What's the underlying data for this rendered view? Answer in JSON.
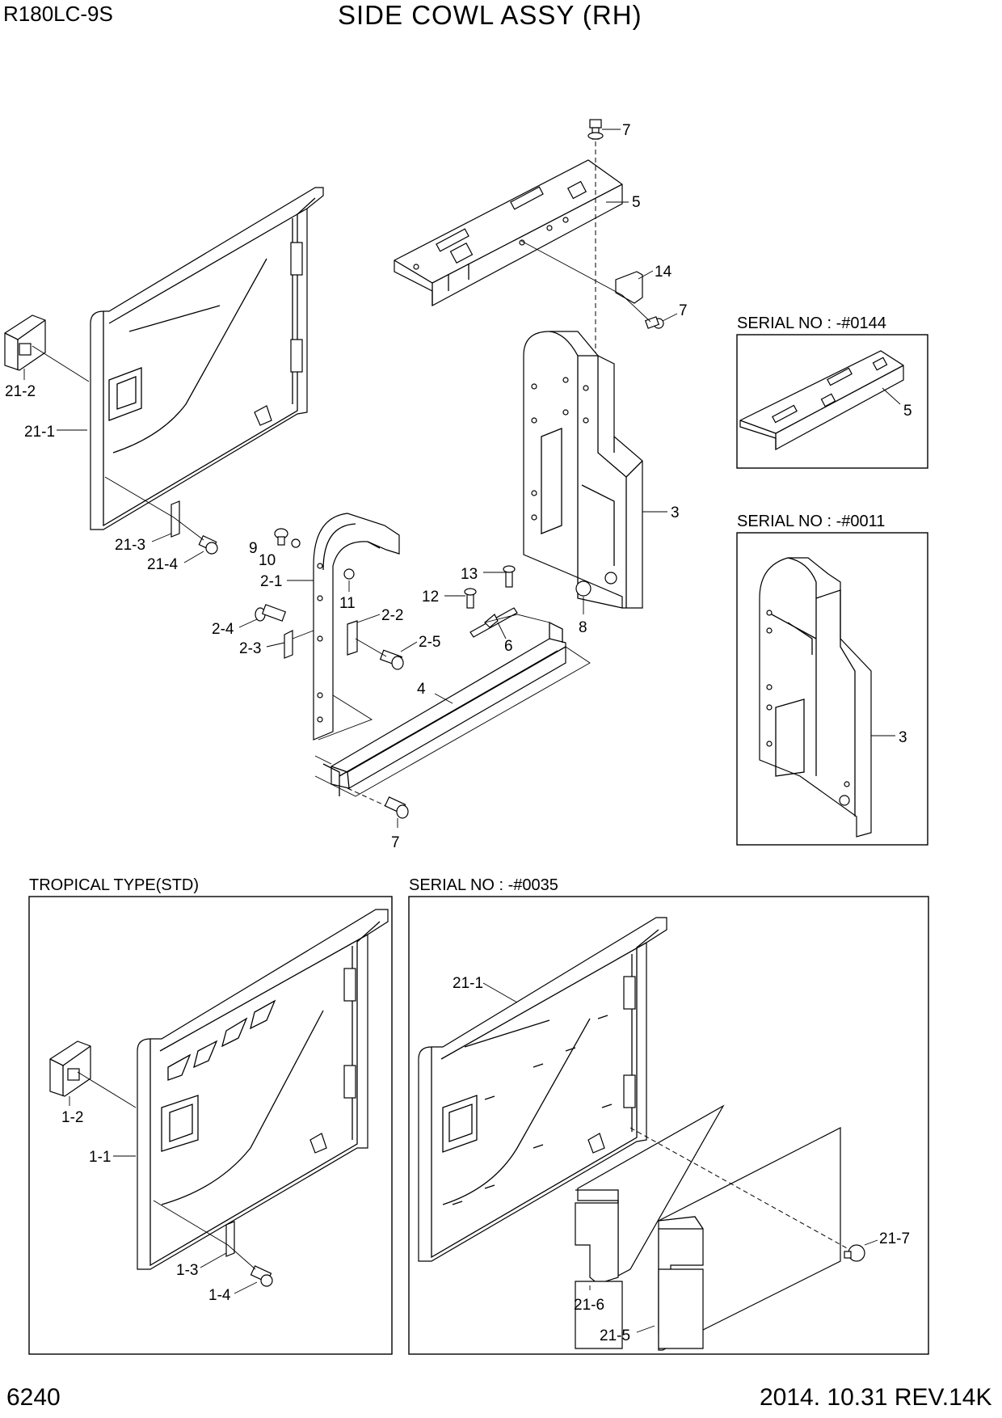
{
  "header": {
    "model": "R180LC-9S",
    "title": "SIDE COWL ASSY (RH)"
  },
  "footer": {
    "page_number": "6240",
    "date_rev": "2014. 10.31  REV.14K"
  },
  "insets": {
    "serial_0144": "SERIAL NO : -#0144",
    "serial_0011": "SERIAL NO : -#0011",
    "tropical": "TROPICAL TYPE(STD)",
    "serial_0035": "SERIAL NO : -#0035"
  },
  "callouts": {
    "main": [
      "7",
      "5",
      "14",
      "7",
      "21-2",
      "21-1",
      "3",
      "21-3",
      "21-4",
      "9",
      "10",
      "2-1",
      "11",
      "2-2",
      "2-4",
      "2-3",
      "2-5",
      "13",
      "12",
      "6",
      "8",
      "4",
      "7"
    ],
    "inset_0144": [
      "5"
    ],
    "inset_0011": [
      "3"
    ],
    "tropical": [
      "1-2",
      "1-1",
      "1-3",
      "1-4"
    ],
    "inset_0035": [
      "21-1",
      "21-7",
      "21-6",
      "21-5"
    ]
  }
}
